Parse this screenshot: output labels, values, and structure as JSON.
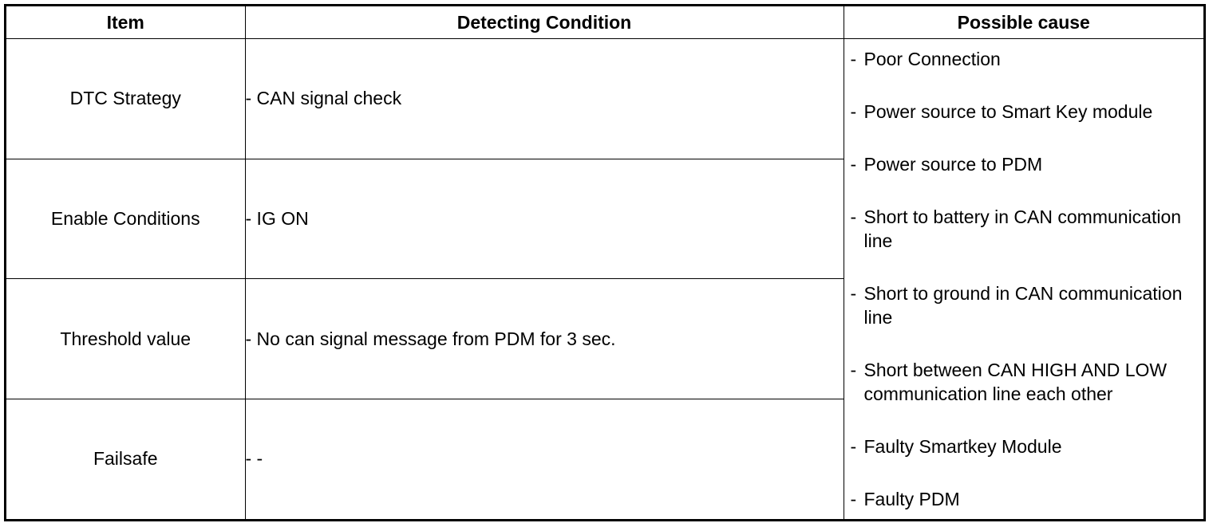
{
  "table": {
    "headers": {
      "item": "Item",
      "condition": "Detecting Condition",
      "cause": "Possible cause"
    },
    "rows": [
      {
        "item": "DTC Strategy",
        "condition": "- CAN signal check"
      },
      {
        "item": "Enable Conditions",
        "condition": "- IG ON"
      },
      {
        "item": "Threshold value",
        "condition": "- No can signal message from PDM for 3 sec."
      },
      {
        "item": "Failsafe",
        "condition": "- -"
      }
    ],
    "causes": [
      "Poor Connection",
      "Power source to Smart Key module",
      "Power source to PDM",
      "Short to battery in CAN communication line",
      "Short to ground in CAN communication line",
      "Short between CAN HIGH AND LOW communication line each other",
      "Faulty Smartkey Module",
      "Faulty PDM"
    ],
    "bullet": "-"
  }
}
